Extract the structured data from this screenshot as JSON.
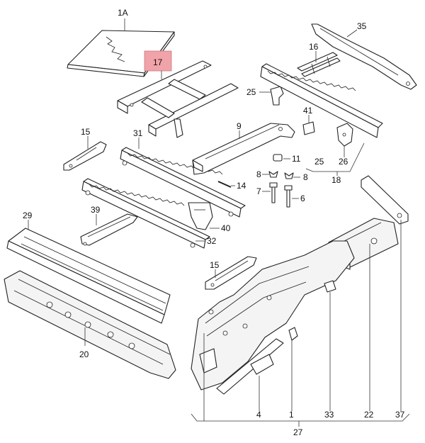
{
  "diagram": {
    "highlight_color": "#f0a3a8",
    "callouts": {
      "c1a": "1A",
      "c17": "17",
      "c35": "35",
      "c16": "16",
      "c25a": "25",
      "c41": "41",
      "c15a": "15",
      "c31": "31",
      "c9": "9",
      "c11": "11",
      "c8a": "8",
      "c8b": "8",
      "c7": "7",
      "c6": "6",
      "c25b": "25",
      "c26": "26",
      "c18": "18",
      "c14": "14",
      "c29": "29",
      "c39": "39",
      "c40": "40",
      "c32": "32",
      "c15b": "15",
      "c20": "20",
      "c4": "4",
      "c1": "1",
      "c33": "33",
      "c22": "22",
      "c37": "37",
      "c27": "27"
    }
  }
}
